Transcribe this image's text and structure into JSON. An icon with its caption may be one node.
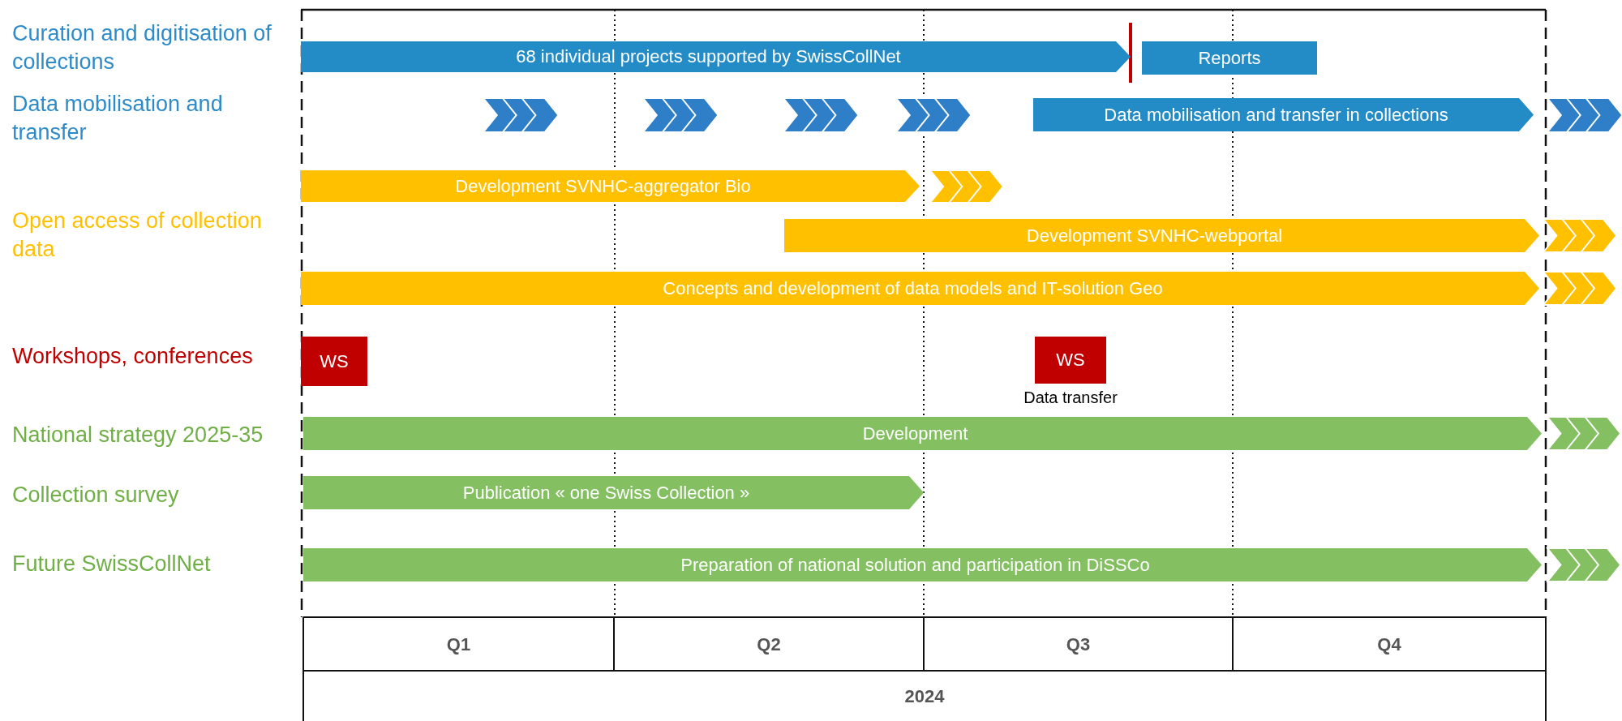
{
  "diagram": {
    "nodes": [
      {
        "text": [
          "68 individual projects supported by SwissCollNet"
        ]
      },
      {
        "text": [
          "Reports"
        ]
      },
      {
        "text": [
          "Data mobilisation and transfer in collections"
        ]
      },
      {
        "text": [
          "Development SVNHC-aggregator Bio"
        ]
      },
      {
        "text": [
          "Development SVNHC-webportal"
        ]
      },
      {
        "text": [
          "Concepts and development of data models and IT-solution Geo"
        ]
      },
      {
        "text": [
          "WS"
        ]
      },
      {
        "text": [
          "WS"
        ],
        "beside": [
          "Data transfer"
        ]
      },
      {
        "text": [
          "Development"
        ]
      },
      {
        "text": [
          "Publication « one Swiss Collection »"
        ]
      },
      {
        "text": [
          "Preparation of national solution and participation in DiSSCo"
        ]
      }
    ],
    "labels": [
      "Curation and digitisation of collections",
      "Data mobilisation and transfer",
      "Open access of collection data",
      "Workshops, conferences",
      "National strategy 2025-35",
      "Collection survey",
      "Future SwissCollNet",
      "Q1",
      "Q2",
      "Q3",
      "Q4",
      "2024"
    ]
  }
}
